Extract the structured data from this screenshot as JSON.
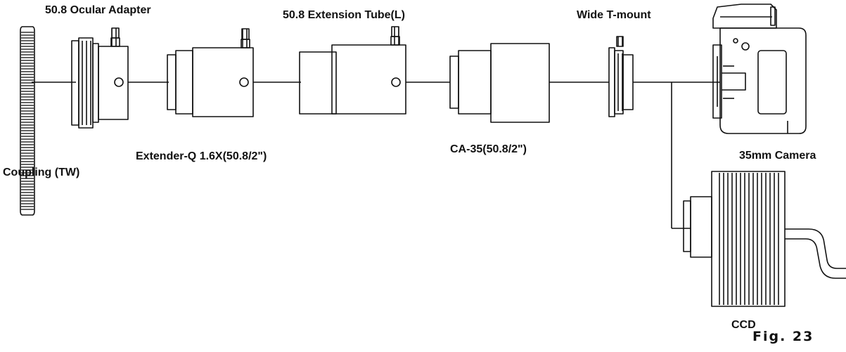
{
  "colors": {
    "stroke": "#111111",
    "background": "#ffffff"
  },
  "labels": {
    "ocular_adapter": "50.8 Ocular Adapter",
    "extension_tube": "50.8 Extension Tube(L)",
    "wide_t_mount": "Wide T-mount",
    "extender": "Extender-Q 1.6X(50.8/2\")",
    "ca35": "CA-35(50.8/2\")",
    "camera": "35mm Camera",
    "coupling": "Coupling (TW)",
    "ccd": "CCD"
  },
  "figure": {
    "caption": "Fig. 23"
  }
}
